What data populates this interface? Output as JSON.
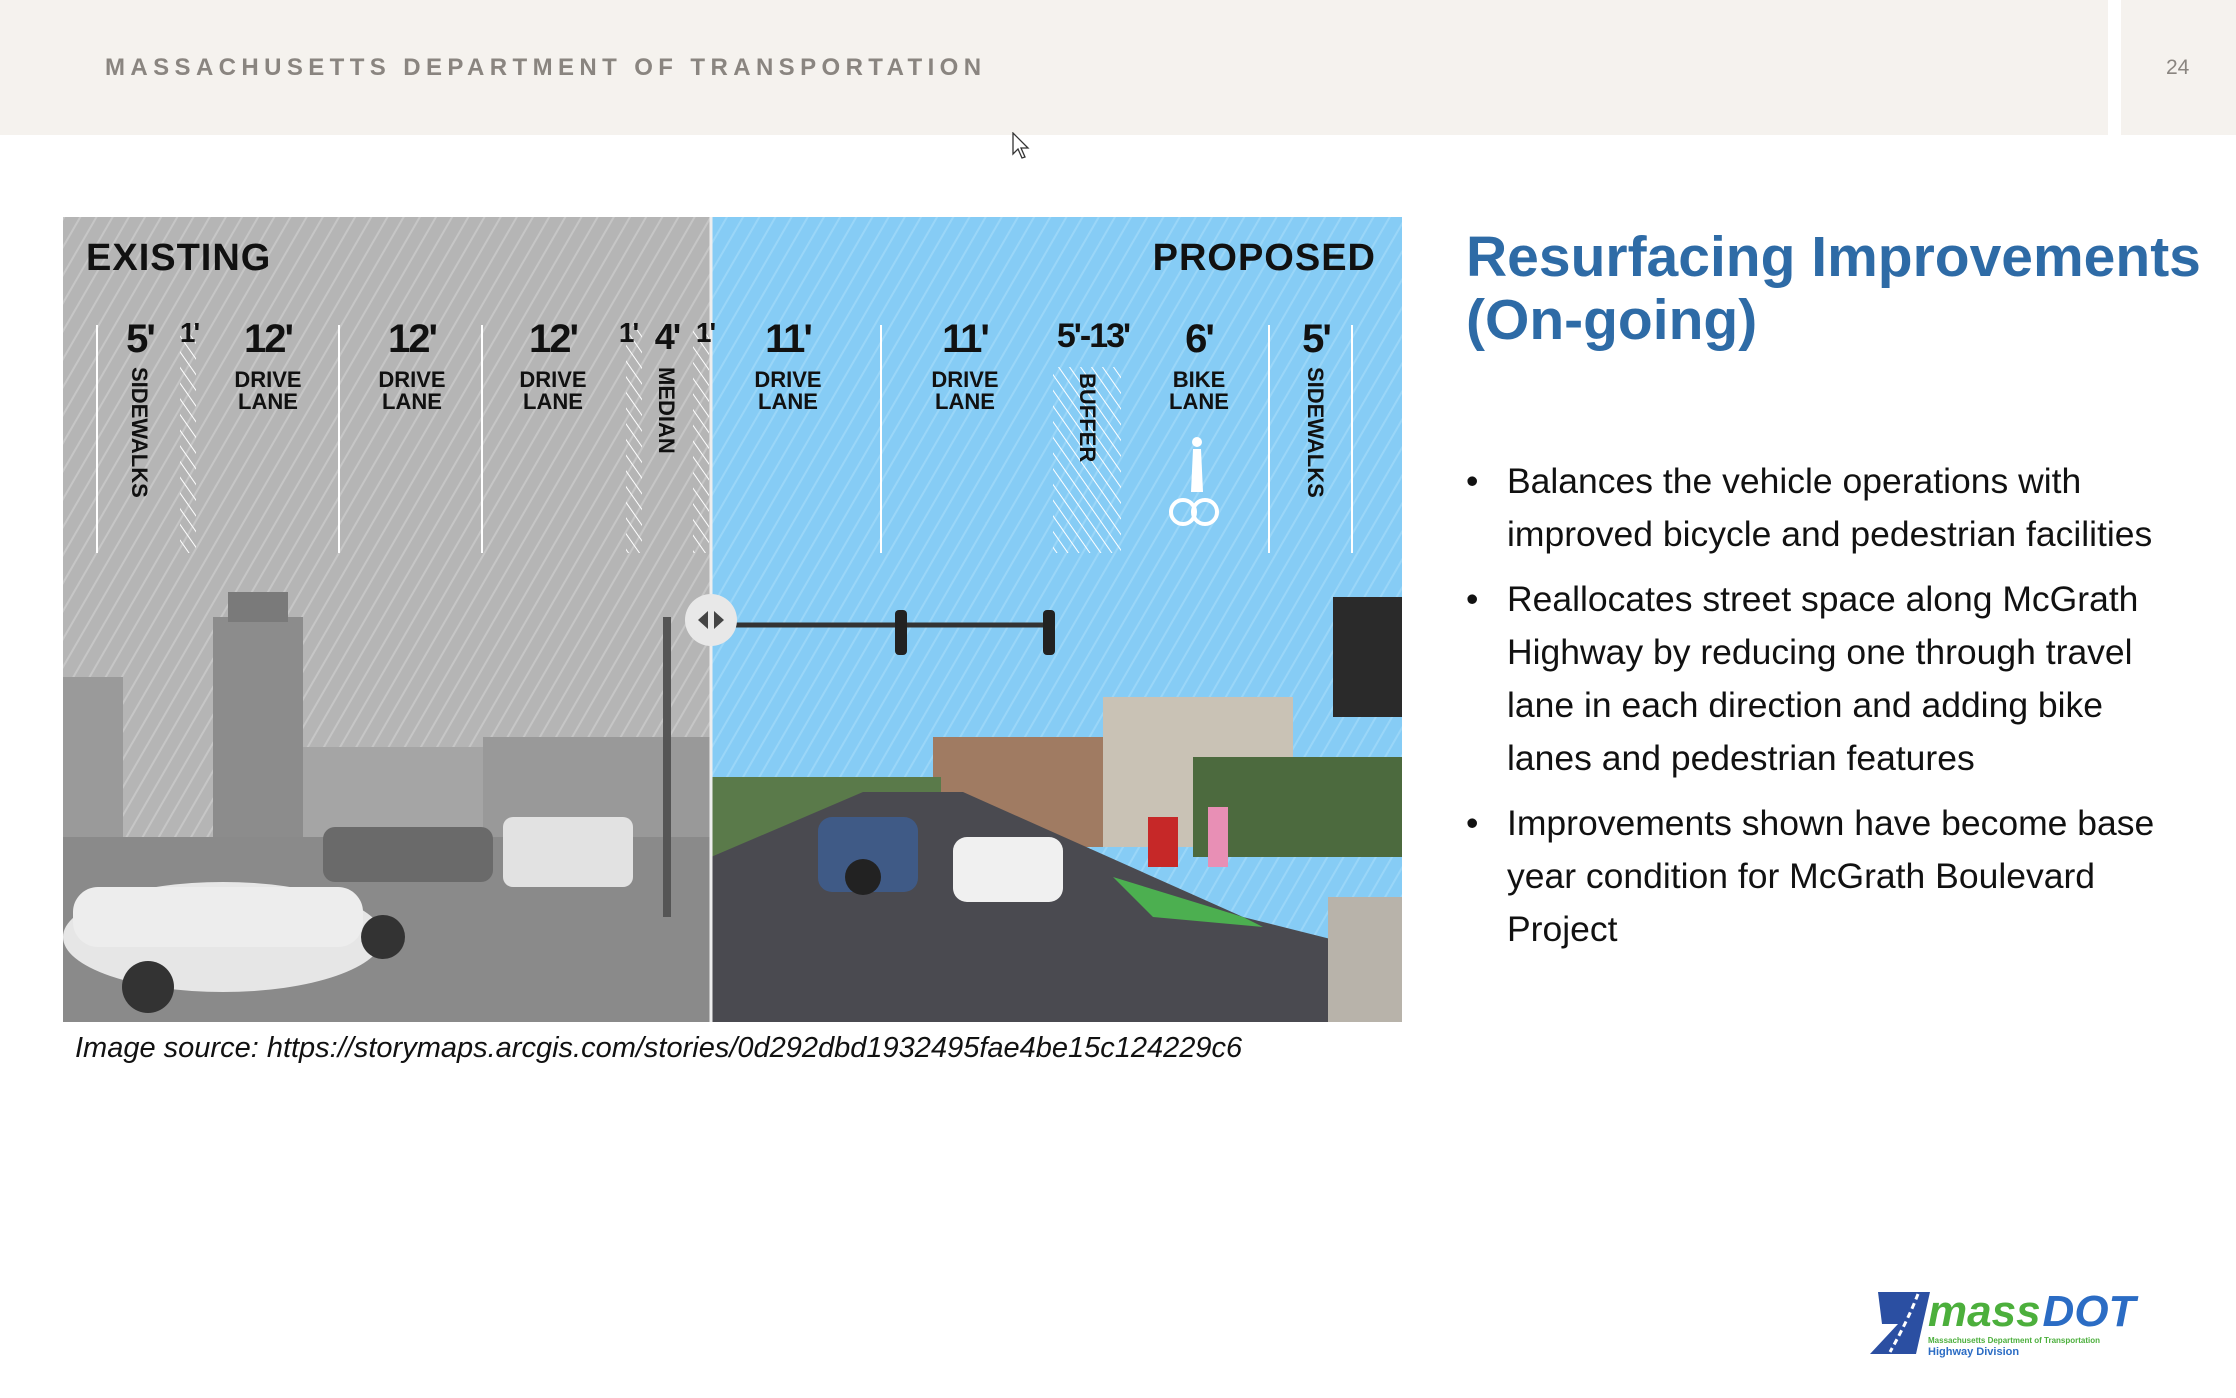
{
  "header": {
    "org": "MASSACHUSETTS DEPARTMENT OF TRANSPORTATION",
    "page_number": "24"
  },
  "figure": {
    "existing_label": "EXISTING",
    "proposed_label": "PROPOSED",
    "existing": [
      {
        "width": "5'",
        "name": "SIDEWALKS"
      },
      {
        "width": "1'"
      },
      {
        "width": "12'",
        "name": "DRIVE LANE"
      },
      {
        "width": "12'",
        "name": "DRIVE LANE"
      },
      {
        "width": "12'",
        "name": "DRIVE LANE"
      },
      {
        "width": "1'"
      },
      {
        "width": "4'",
        "name": "MEDIAN"
      },
      {
        "width": "1'"
      }
    ],
    "proposed": [
      {
        "width": "11'",
        "name": "DRIVE LANE"
      },
      {
        "width": "11'",
        "name": "DRIVE LANE"
      },
      {
        "width": "5'-13'",
        "name": "BUFFER"
      },
      {
        "width": "6'",
        "name": "BIKE LANE"
      },
      {
        "width": "5'",
        "name": "SIDEWALKS"
      }
    ],
    "colors": {
      "existing": "#b4b4b4",
      "proposed": "#87cdf5"
    }
  },
  "caption": "Image source: https://storymaps.arcgis.com/stories/0d292dbd1932495fae4be15c124229c6",
  "title": "Resurfacing Improvements (On-going)",
  "bullets": [
    "Balances the vehicle operations with improved bicycle and pedestrian facilities",
    "Reallocates street space along McGrath Highway by reducing one through travel lane in each direction and adding bike lanes and pedestrian features",
    "Improvements shown have become base year condition for McGrath Boulevard Project"
  ],
  "logo": {
    "brand_a": "mass",
    "brand_b": "DOT",
    "sub": "Massachusetts Department of Transportation",
    "division": "Highway Division"
  }
}
